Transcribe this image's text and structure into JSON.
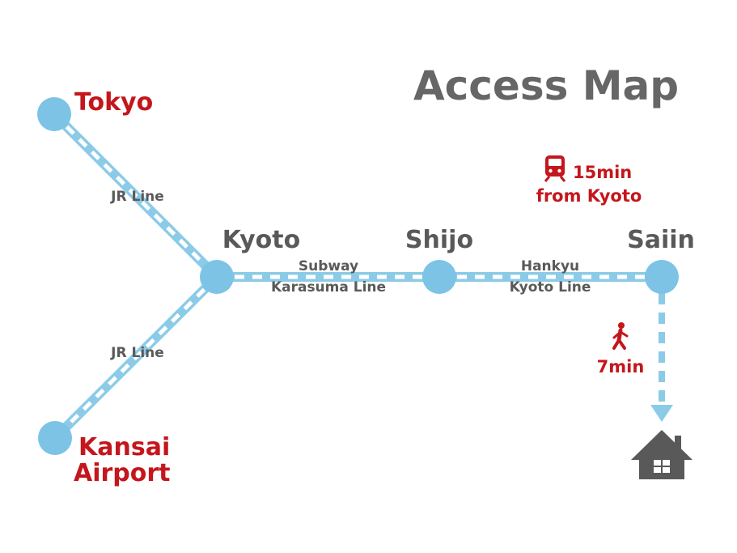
{
  "title": "Access Map",
  "colors": {
    "line": "#8ccbe8",
    "node": "#7cc3e6",
    "accent": "#c4161c",
    "station_text": "#595959",
    "house": "#595959"
  },
  "cities": {
    "tokyo": "Tokyo",
    "kansai_1": "Kansai",
    "kansai_2": "Airport"
  },
  "stations": {
    "kyoto": "Kyoto",
    "shijo": "Shijo",
    "saiin": "Saiin"
  },
  "lines": {
    "jr_upper": "JR Line",
    "jr_lower": "JR Line",
    "subway_1": "Subway",
    "subway_2": "Karasuma Line",
    "hankyu_1": "Hankyu",
    "hankyu_2": "Kyoto Line"
  },
  "travel": {
    "train_time": "15min",
    "train_from": "from Kyoto",
    "walk_time": "7min"
  },
  "icons": {
    "train": "train-icon",
    "walk": "walking-person-icon",
    "destination": "house-icon"
  }
}
